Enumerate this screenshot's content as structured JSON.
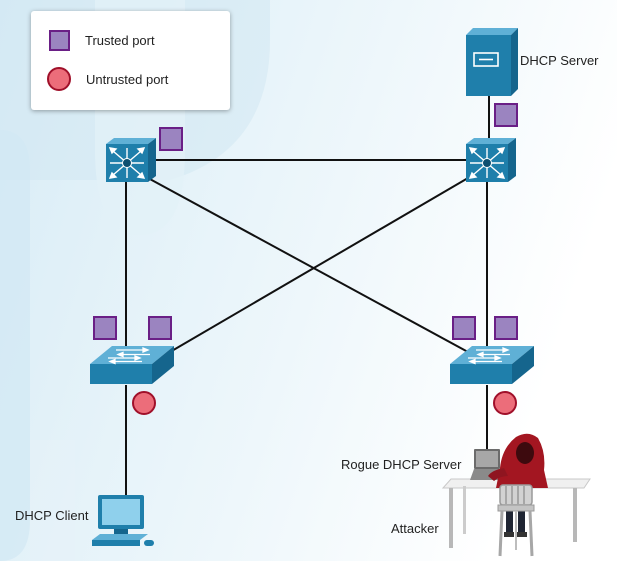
{
  "legend": {
    "trusted_label": "Trusted port",
    "untrusted_label": "Untrusted port"
  },
  "labels": {
    "dhcp_server": "DHCP Server",
    "dhcp_client": "DHCP Client",
    "rogue_dhcp_server": "Rogue DHCP Server",
    "attacker": "Attacker"
  },
  "colors": {
    "trusted_fill": "#9b84c0",
    "trusted_border": "#6a1f86",
    "untrusted_fill": "#ec6d7a",
    "untrusted_border": "#a0102a",
    "device_blue": "#1f7fab",
    "link": "#111111"
  },
  "nodes": [
    {
      "id": "dhcp-server",
      "kind": "server-icon"
    },
    {
      "id": "multilayer-switch-left",
      "kind": "multilayer-switch-icon"
    },
    {
      "id": "multilayer-switch-right",
      "kind": "multilayer-switch-icon"
    },
    {
      "id": "access-switch-left",
      "kind": "switch-icon"
    },
    {
      "id": "access-switch-right",
      "kind": "switch-icon"
    },
    {
      "id": "dhcp-client",
      "kind": "pc-icon"
    },
    {
      "id": "rogue-dhcp-server",
      "kind": "laptop-icon"
    },
    {
      "id": "attacker",
      "kind": "hooded-person-icon"
    }
  ],
  "links": [
    [
      "dhcp-server",
      "multilayer-switch-right"
    ],
    [
      "multilayer-switch-left",
      "multilayer-switch-right"
    ],
    [
      "multilayer-switch-left",
      "access-switch-left"
    ],
    [
      "multilayer-switch-left",
      "access-switch-right"
    ],
    [
      "multilayer-switch-right",
      "access-switch-left"
    ],
    [
      "multilayer-switch-right",
      "access-switch-right"
    ],
    [
      "access-switch-left",
      "dhcp-client"
    ],
    [
      "access-switch-right",
      "rogue-dhcp-server"
    ]
  ],
  "port_markers": [
    {
      "kind": "trusted",
      "device": "dhcp-server"
    },
    {
      "kind": "trusted",
      "device": "multilayer-switch-left"
    },
    {
      "kind": "trusted",
      "device": "access-switch-left"
    },
    {
      "kind": "trusted",
      "device": "access-switch-left"
    },
    {
      "kind": "trusted",
      "device": "access-switch-right"
    },
    {
      "kind": "trusted",
      "device": "access-switch-right"
    },
    {
      "kind": "untrusted",
      "device": "access-switch-left"
    },
    {
      "kind": "untrusted",
      "device": "access-switch-right"
    }
  ]
}
